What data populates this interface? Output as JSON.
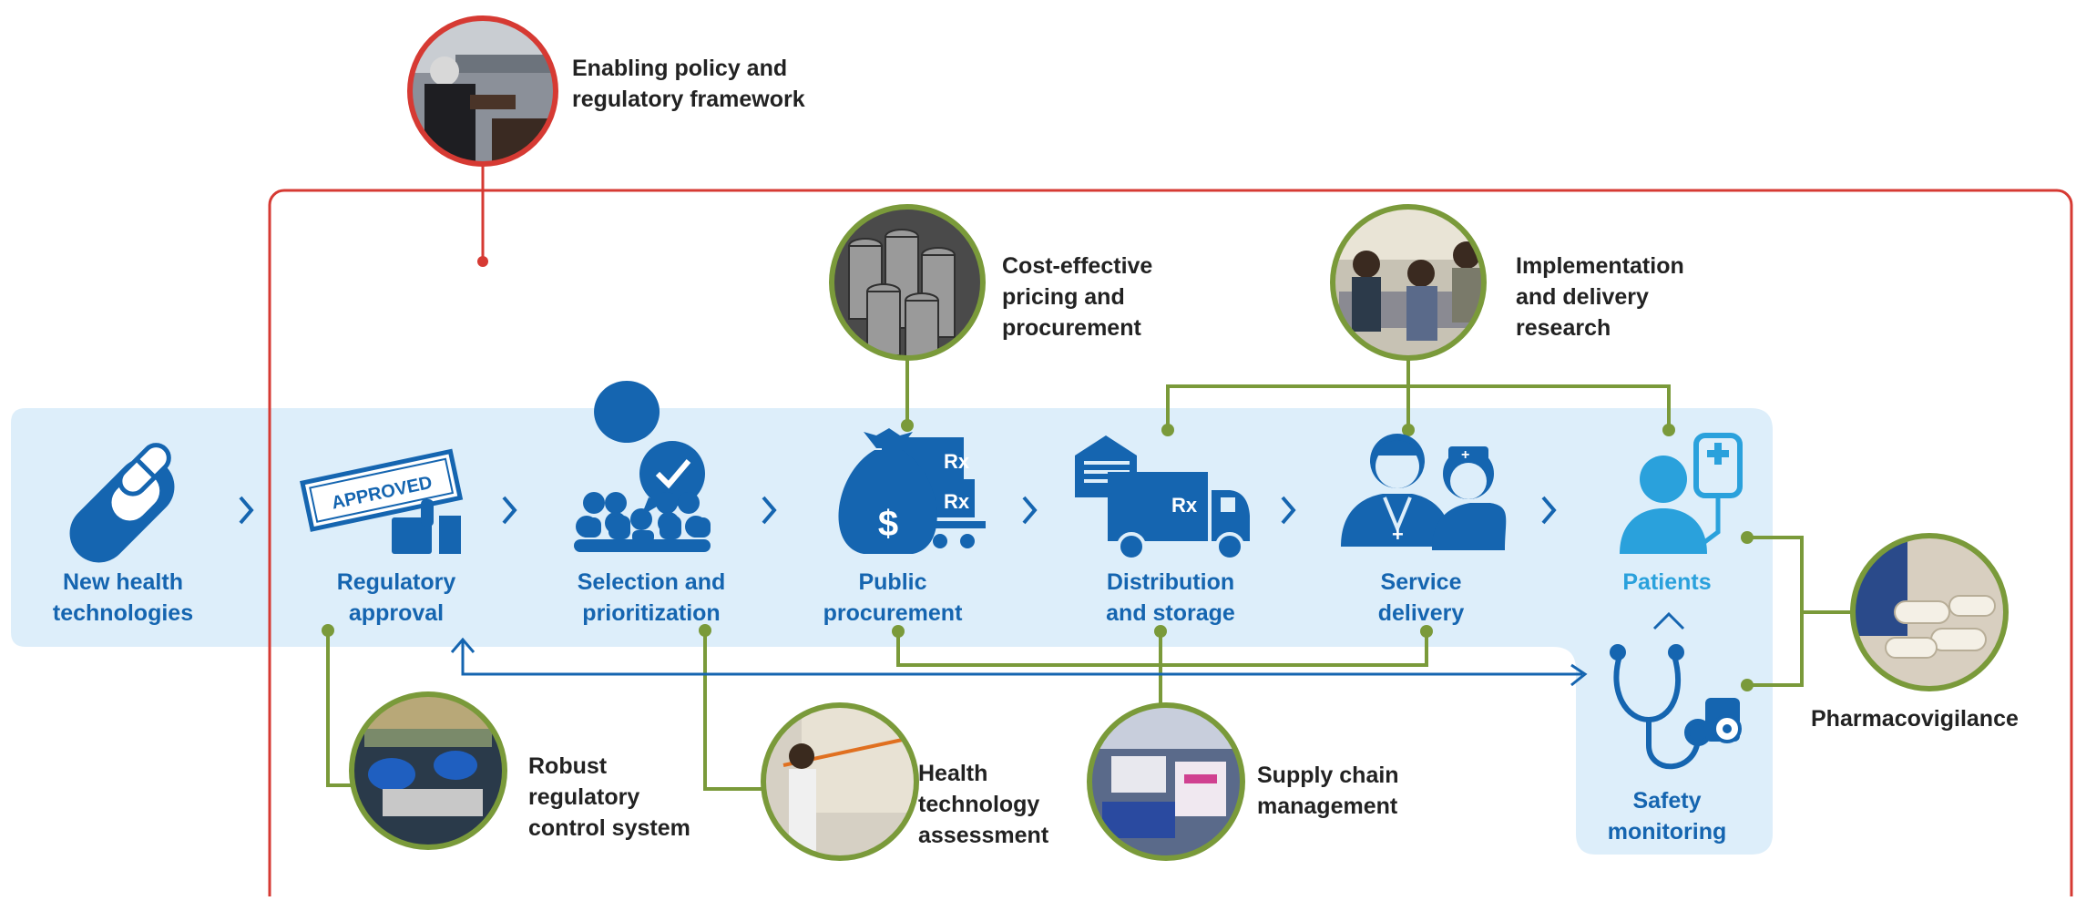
{
  "colors": {
    "policy_red": "#d63a33",
    "process_blue": "#1565b0",
    "band_light_blue": "#ddeefa",
    "support_green": "#7a9a3a",
    "patients_cyan": "#2aa1dc",
    "text_dark": "#222222"
  },
  "policy": {
    "label": "Enabling policy and\nregulatory framework",
    "icon": "meeting-photo"
  },
  "steps": [
    {
      "id": "new-health-technologies",
      "label": "New health\ntechnologies",
      "icon": "pills-icon"
    },
    {
      "id": "regulatory-approval",
      "label": "Regulatory\napproval",
      "icon": "approved-stamp-icon",
      "stamp": "APPROVED"
    },
    {
      "id": "selection-prioritization",
      "label": "Selection and\nprioritization",
      "icon": "group-check-icon"
    },
    {
      "id": "public-procurement",
      "label": "Public\nprocurement",
      "icon": "money-bag-icon",
      "currency": "$",
      "rx": "Rx"
    },
    {
      "id": "distribution-storage",
      "label": "Distribution\nand storage",
      "icon": "truck-warehouse-icon",
      "rx": "Rx"
    },
    {
      "id": "service-delivery",
      "label": "Service\ndelivery",
      "icon": "doctor-nurse-icon"
    },
    {
      "id": "patients",
      "label": "Patients",
      "icon": "patient-iv-icon"
    }
  ],
  "safety": {
    "label": "Safety\nmonitoring",
    "icon": "stethoscope-icon"
  },
  "supports": [
    {
      "id": "cost-effective-pricing",
      "label": "Cost-effective\npricing and\nprocurement",
      "icon": "coins-photo"
    },
    {
      "id": "implementation-research",
      "label": "Implementation\nand delivery\nresearch",
      "icon": "meeting-research-photo"
    },
    {
      "id": "robust-regulatory",
      "label": "Robust\nregulatory\ncontrol system",
      "icon": "lab-gloves-photo"
    },
    {
      "id": "health-technology-assessment",
      "label": "Health\ntechnology\nassessment",
      "icon": "presenter-photo"
    },
    {
      "id": "supply-chain",
      "label": "Supply chain\nmanagement",
      "icon": "medicine-boxes-photo"
    },
    {
      "id": "pharmacovigilance",
      "label": "Pharmacovigilance",
      "icon": "pills-photo"
    }
  ]
}
